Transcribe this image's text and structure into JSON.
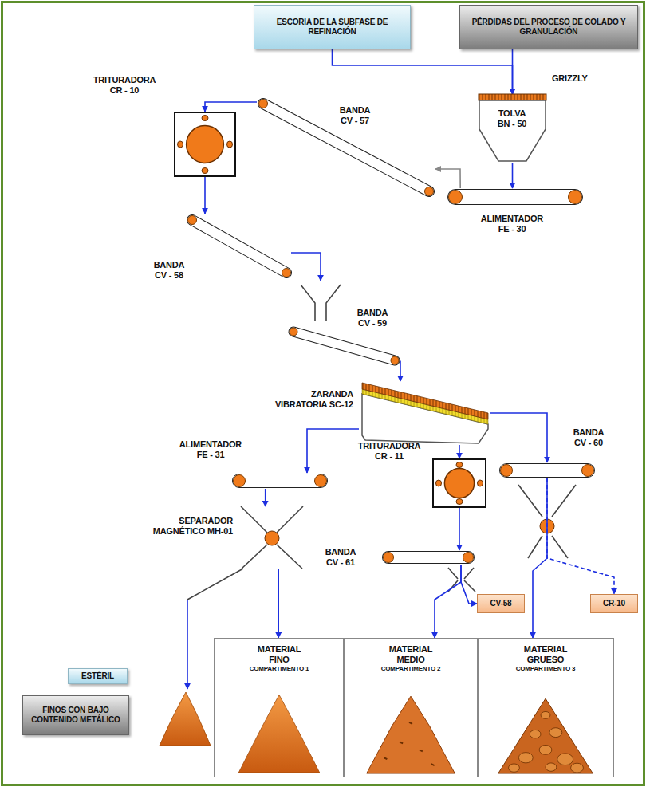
{
  "diagram": {
    "nodes": [
      {
        "text": [
          "ESCORIA DE LA SUBFASE DE REFINACIÓN"
        ]
      },
      {
        "text": [
          "PÉRDIDAS DEL PROCESO DE COLADO Y GRANULACIÓN"
        ]
      },
      {
        "text": [
          "GRIZZLY",
          "TOLVA BN - 50"
        ]
      },
      {
        "text": [
          "ALIMENTADOR FE - 30"
        ]
      },
      {
        "text": [
          "BANDA CV - 57"
        ]
      },
      {
        "text": [
          "TRITURADORA CR - 10"
        ]
      },
      {
        "text": [
          "BANDA CV - 58"
        ]
      },
      {
        "text": [
          "BANDA CV - 59"
        ]
      },
      {
        "text": [
          "ZARANDA VIBRATORIA SC-12"
        ]
      },
      {
        "text": [
          "ALIMENTADOR FE - 31"
        ]
      },
      {
        "text": [
          "TRITURADORA CR - 11"
        ]
      },
      {
        "text": [
          "BANDA CV - 60"
        ]
      },
      {
        "text": [
          "SEPARADOR MAGNÉTICO MH-01"
        ]
      },
      {
        "text": [
          "BANDA CV - 61"
        ]
      },
      {
        "text": [
          "CV-58"
        ]
      },
      {
        "text": [
          "CR-10"
        ]
      },
      {
        "text": [
          "ESTÉRIL"
        ]
      },
      {
        "text": [
          "FINOS CON BAJO CONTENIDO METÁLICO"
        ]
      },
      {
        "text": [
          "MATERIAL FINO",
          "COMPARTIMENTO 1"
        ]
      },
      {
        "text": [
          "MATERIAL MEDIO",
          "COMPARTIMENTO 2"
        ]
      },
      {
        "text": [
          "MATERIAL GRUESO",
          "COMPARTIMENTO 3"
        ]
      }
    ],
    "edges": [
      {
        "from": 0,
        "to": 2,
        "arrow": "to"
      },
      {
        "from": 1,
        "to": 2,
        "arrow": "to"
      },
      {
        "from": 2,
        "to": 3,
        "arrow": "to"
      },
      {
        "from": 3,
        "to": 4,
        "arrow": "to"
      },
      {
        "from": 4,
        "to": 5,
        "arrow": "to"
      },
      {
        "from": 5,
        "to": 6,
        "arrow": "to"
      },
      {
        "from": 6,
        "to": 7,
        "arrow": "to"
      },
      {
        "from": 7,
        "to": 8,
        "arrow": "to"
      },
      {
        "from": 8,
        "to": 9,
        "arrow": "to"
      },
      {
        "from": 8,
        "to": 10,
        "arrow": "to"
      },
      {
        "from": 8,
        "to": 11,
        "arrow": "to"
      },
      {
        "from": 9,
        "to": 12,
        "arrow": "to"
      },
      {
        "from": 10,
        "to": 13,
        "arrow": "to"
      },
      {
        "from": 11,
        "to": 20,
        "arrow": "to"
      },
      {
        "from": 11,
        "to": 15,
        "arrow": "to"
      },
      {
        "from": 12,
        "to": 18,
        "arrow": "to"
      },
      {
        "from": 13,
        "to": 19,
        "arrow": "to"
      },
      {
        "from": 13,
        "to": 14,
        "arrow": "to"
      }
    ]
  }
}
